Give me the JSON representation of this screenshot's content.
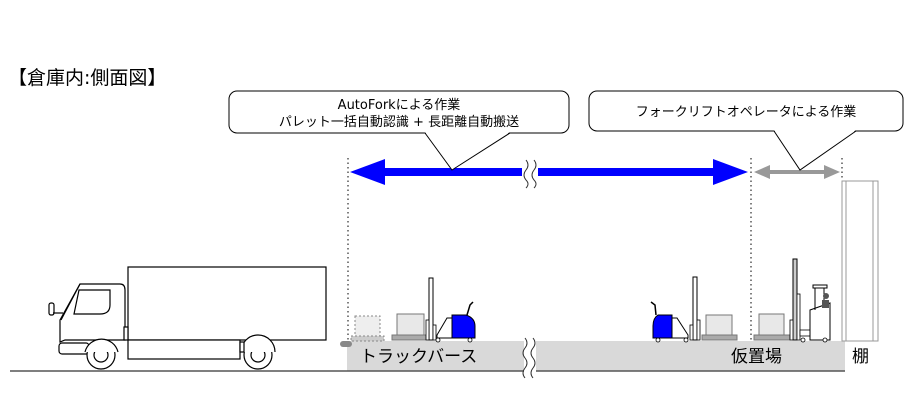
{
  "title": "【倉庫内:側面図】",
  "callouts": {
    "autofork": {
      "line1": "AutoForkによる作業",
      "line2": "パレット一括自動認識 + 長距離自動搬送"
    },
    "operator": {
      "line1": "フォークリフトオペレータによる作業"
    }
  },
  "zones": {
    "truck_berth": "トラックバース",
    "staging_area": "仮置場",
    "shelf": "棚"
  },
  "colors": {
    "autofork_arrow": "#0000ff",
    "operator_arrow": "#999999",
    "floor": "#d9d9d9",
    "autofork_body": "#0000ff"
  },
  "icons": {
    "truck": "truck-icon",
    "autofork_loading": "autofork-icon",
    "autofork_staging": "autofork-icon",
    "reach_forklift": "forklift-icon",
    "shelf": "shelf-icon",
    "break_mark": "wavy-break-icon"
  }
}
